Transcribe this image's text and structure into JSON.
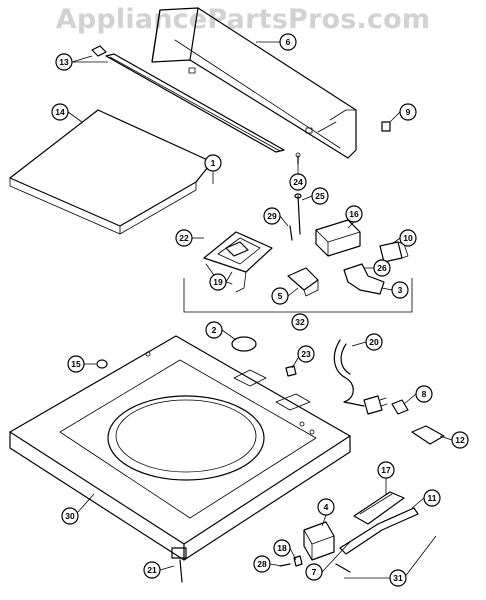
{
  "watermark": "AppliancePartsPros.com",
  "callouts": [
    "1",
    "2",
    "3",
    "4",
    "5",
    "6",
    "7",
    "8",
    "9",
    "10",
    "11",
    "12",
    "13",
    "14",
    "15",
    "16",
    "17",
    "18",
    "19",
    "20",
    "21",
    "22",
    "23",
    "24",
    "25",
    "26",
    "28",
    "29",
    "30",
    "31",
    "32"
  ]
}
